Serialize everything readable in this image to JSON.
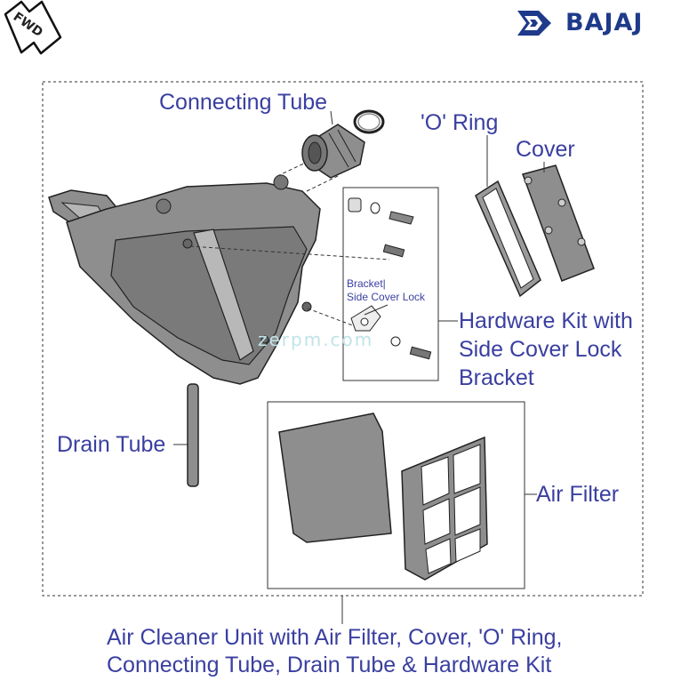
{
  "header": {
    "fwd_label": "FWD",
    "brand_name": "BAJAJ",
    "brand_color": "#1e3a8a"
  },
  "labels": {
    "connecting_tube": "Connecting Tube",
    "o_ring": "'O' Ring",
    "cover": "Cover",
    "bracket_small": [
      "Bracket|",
      "Side Cover Lock"
    ],
    "hardware_kit": [
      "Hardware Kit with",
      "Side Cover Lock",
      "Bracket"
    ],
    "drain_tube": "Drain Tube",
    "air_filter": "Air Filter"
  },
  "watermark": "zerpm.com",
  "caption": [
    "Air Cleaner Unit with Air Filter, Cover, 'O' Ring,",
    "Connecting Tube, Drain Tube & Hardware Kit"
  ],
  "colors": {
    "label_text": "#3a3fa0",
    "part_fill": "#8e8e8e",
    "part_stroke": "#222222"
  }
}
